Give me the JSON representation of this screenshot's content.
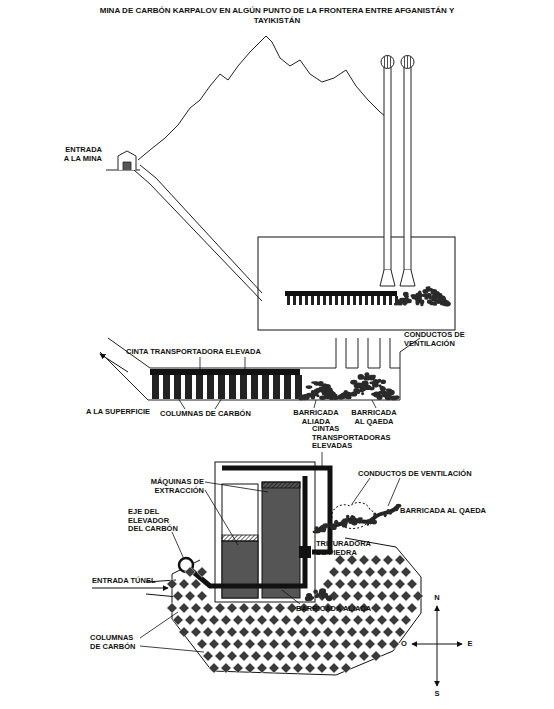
{
  "diagram": {
    "title": "MINA DE CARBÓN KARPALOV EN ALGÚN PUNTO DE LA FRONTERA ENTRE AFGANISTÁN Y TAYIKISTÁN",
    "labels": [
      "ENTRADA A LA MINA",
      "CINTA TRANSPORTADORA ELEVADA",
      "CONDUCTOS DE VENTILACIÓN",
      "A LA SUPERFICIE",
      "COLUMNAS DE CARBÓN",
      "BARRICADA ALIADA",
      "BARRICADA AL QAEDA",
      "CINTAS TRANSPORTADORAS ELEVADAS",
      "MÁQUINAS DE EXTRACCIÓN",
      "CONDUCTOS DE VENTILACIÓN",
      "BARRICADA AL QAEDA",
      "EJE DEL ELEVADOR DEL CARBÓN",
      "TRITURADORA DE PIEDRA",
      "ENTRADA TÚNEL",
      "BARRICADA ALIADA",
      "COLUMNAS DE CARBÓN",
      "N",
      "O",
      "E",
      "S"
    ]
  }
}
